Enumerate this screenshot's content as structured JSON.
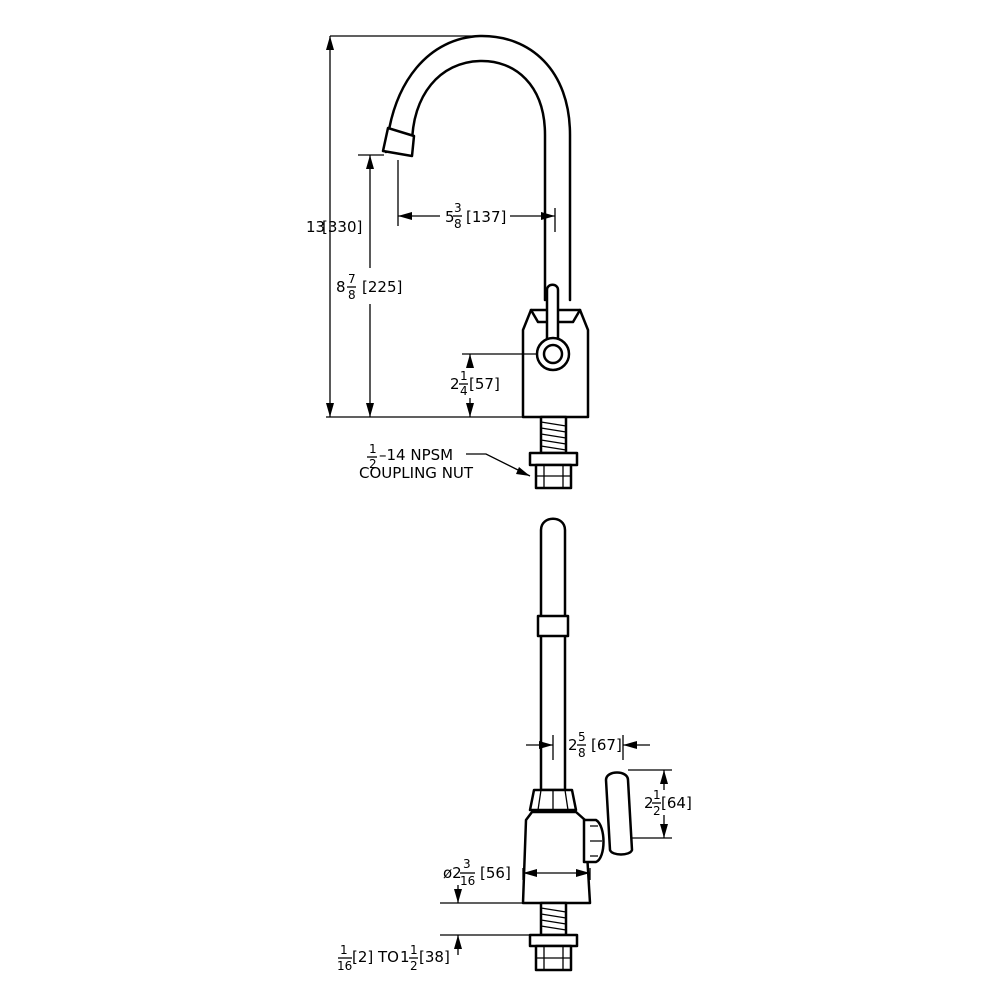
{
  "front_view": {
    "overall_height": {
      "whole": "13",
      "metric": "[330]"
    },
    "spout_height": {
      "whole": "8",
      "num": "7",
      "den": "8",
      "metric": "[225]"
    },
    "spout_reach": {
      "whole": "5",
      "num": "3",
      "den": "8",
      "metric": "[137]"
    },
    "handle_height": {
      "whole": "2",
      "num": "1",
      "den": "4",
      "metric": "[57]"
    },
    "coupling_nut": {
      "frac_num": "1",
      "frac_den": "2",
      "thread": "–14 NPSM",
      "label": "COUPLING NUT"
    }
  },
  "side_view": {
    "spout_offset": {
      "whole": "2",
      "num": "5",
      "den": "8",
      "metric": "[67]"
    },
    "lever_length": {
      "whole": "2",
      "num": "1",
      "den": "2",
      "metric": "[64]"
    },
    "base_diameter": {
      "prefix": "ø2",
      "num": "3",
      "den": "16",
      "metric": "[56]"
    },
    "deck_range": {
      "from_num": "1",
      "from_den": "16",
      "from_metric": "[2]",
      "to_word": "TO",
      "to_whole": "1",
      "to_num": "1",
      "to_den": "2",
      "to_metric": "[38]"
    }
  }
}
